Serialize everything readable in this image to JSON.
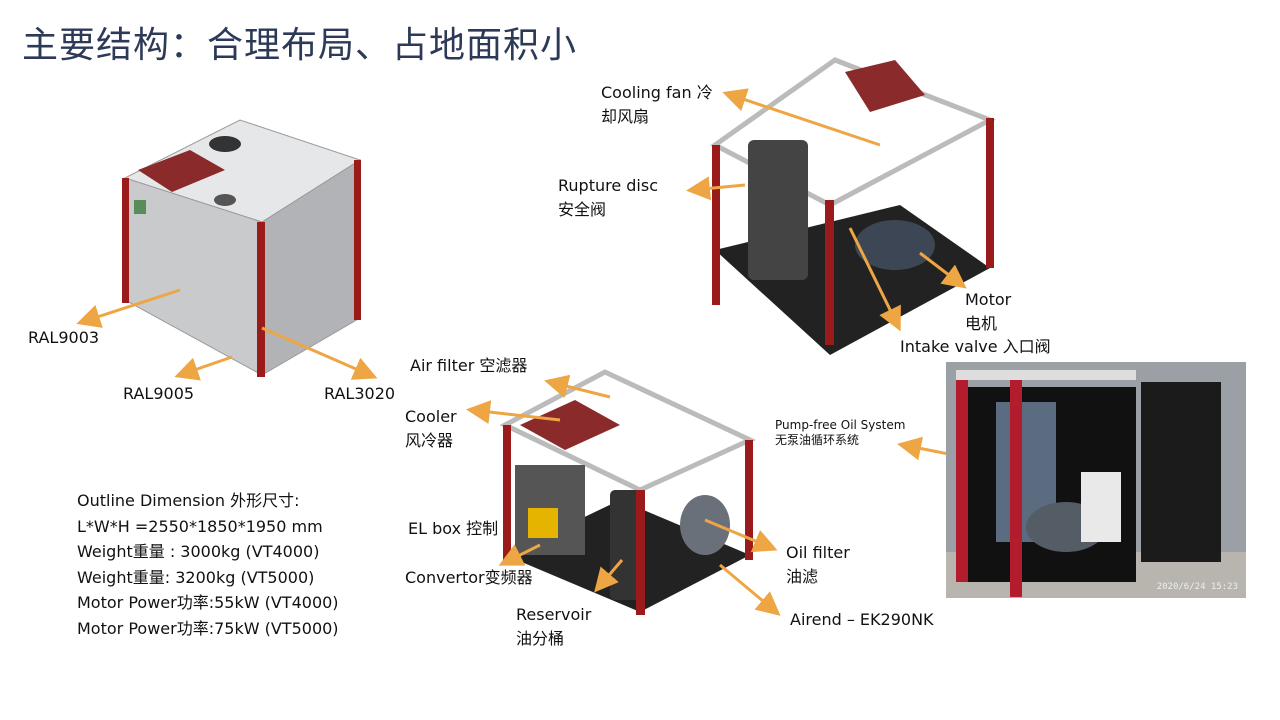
{
  "title": "主要结构：合理布局、占地面积小",
  "exterior_labels": {
    "ral9003": "RAL9003",
    "ral9005": "RAL9005",
    "ral3020": "RAL3020"
  },
  "top_view_labels": {
    "cooling_fan": [
      "Cooling fan 冷",
      "却风扇"
    ],
    "rupture_disc": [
      "Rupture disc",
      "安全阀"
    ],
    "motor": [
      "Motor",
      "电机"
    ],
    "intake_valve": "Intake valve 入口阀"
  },
  "bottom_view_labels": {
    "air_filter": "Air filter 空滤器",
    "cooler": [
      "Cooler",
      "风冷器"
    ],
    "el_box": "EL box 控制",
    "convertor": "Convertor变频器",
    "reservoir": [
      "Reservoir",
      "油分桶"
    ],
    "oil_filter": [
      "Oil filter",
      "油滤"
    ],
    "airend": "Airend – EK290NK"
  },
  "photo": {
    "label": [
      "Pump-free Oil System",
      "无泵油循环系统"
    ],
    "timestamp": "2020/6/24 15:23"
  },
  "specs": [
    "Outline Dimension 外形尺寸:",
    "L*W*H =2550*1850*1950 mm",
    "Weight重量 : 3000kg (VT4000)",
    "Weight重量:  3200kg (VT5000)",
    "Motor Power功率:55kW (VT4000)",
    "Motor Power功率:75kW (VT5000)"
  ],
  "colors": {
    "arrow": "#eea543",
    "frame_red": "#9b1b1b",
    "title": "#2c3a57"
  }
}
